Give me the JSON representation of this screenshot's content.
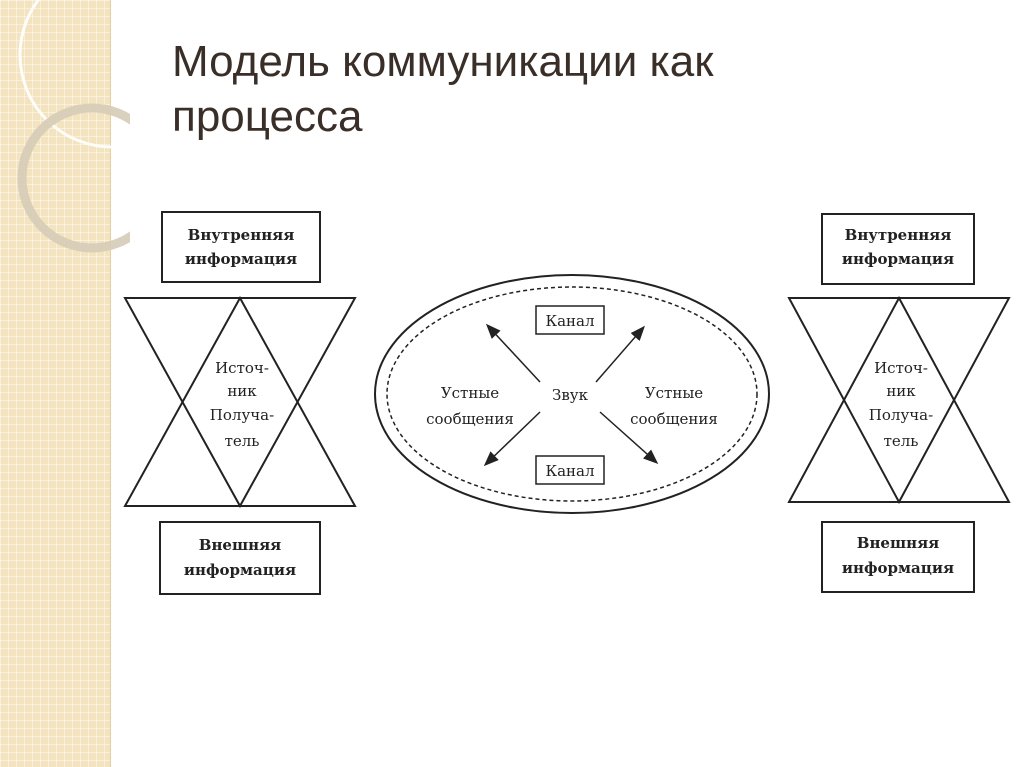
{
  "title": {
    "line1": "Модель коммуникации как",
    "line2": "процесса"
  },
  "left_unit": {
    "top_box": [
      "Внутренняя",
      "информация"
    ],
    "center": [
      "Источ-",
      "ник",
      "Получа-",
      "тель"
    ],
    "bottom_box": [
      "Внешняя",
      "информация"
    ]
  },
  "right_unit": {
    "top_box": [
      "Внутренняя",
      "информация"
    ],
    "center": [
      "Источ-",
      "ник",
      "Получа-",
      "тель"
    ],
    "bottom_box": [
      "Внешняя",
      "информация"
    ]
  },
  "channel": {
    "top_label": "Канал",
    "bottom_label": "Канал",
    "center_label": "Звук",
    "left_label": [
      "Устные",
      "сообщения"
    ],
    "right_label": [
      "Устные",
      "сообщения"
    ]
  },
  "colors": {
    "strip": "#f3e3bf",
    "title": "#3a2f28",
    "ink": "#222222"
  }
}
